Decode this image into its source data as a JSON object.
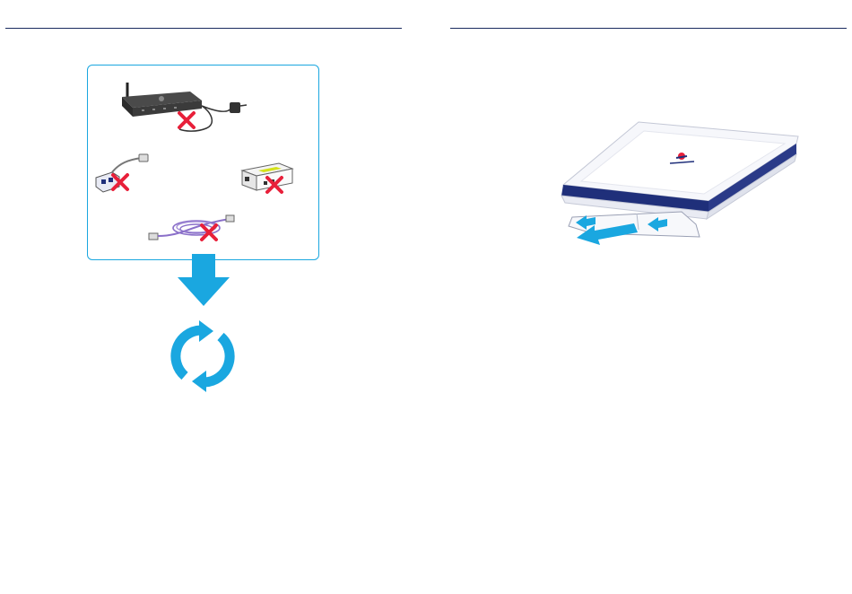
{
  "colors": {
    "header_rule": "#1a2a5e",
    "frame_border": "#1aa7e0",
    "arrow_blue": "#1aa7e0",
    "cross_red": "#e8203a",
    "cable_purple": "#8a6fc9",
    "station_navy": "#1f2f7a"
  },
  "left_page": {
    "devices": [
      {
        "name": "router",
        "icon": "router-icon",
        "crossed": true
      },
      {
        "name": "phone-plug",
        "icon": "plug-adapter-icon",
        "crossed": true
      },
      {
        "name": "splitter",
        "icon": "splitter-icon",
        "crossed": true
      },
      {
        "name": "ethernet-cable",
        "icon": "ethernet-cable-icon",
        "crossed": true
      }
    ],
    "down_arrow_icon": "arrow-down-icon",
    "restart_icon": "refresh-icon"
  },
  "right_page": {
    "device_icon": "base-station-icon",
    "action_icon": "slide-out-arrow-icon"
  }
}
